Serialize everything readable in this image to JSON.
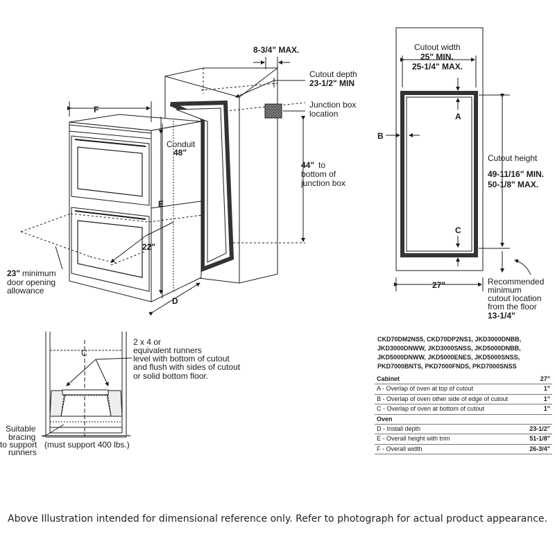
{
  "main_diagram": {
    "dim_max_label": "8-3/4\" MAX.",
    "cutout_depth_label": "Cutout depth",
    "cutout_depth_value": "23-1/2\" MIN",
    "junction_box_label_1": "Junction box",
    "junction_box_label_2": "location",
    "f_label": "F",
    "conduit_label": "Conduit",
    "conduit_value": "48\"",
    "height_44_value": "44\"",
    "height_44_to": "to",
    "height_44_line2": "bottom of",
    "height_44_line3": "junction box",
    "e_label": "E",
    "depth_22_label": "22\"",
    "door_min_value": "23\"",
    "door_min_line1": "minimum",
    "door_min_line2": "door opening",
    "door_min_line3": "allowance",
    "d_label": "D"
  },
  "cutout_diagram": {
    "width_label": "Cutout width",
    "width_min": "25\" MIN.",
    "width_max": "25-1/4\" MAX.",
    "a_label": "A",
    "b_label": "B",
    "c_label": "C",
    "height_label": "Cutout height",
    "height_min": "49-11/16\" MIN.",
    "height_max": "50-1/8\" MAX.",
    "cabinet_width": "27\"",
    "recommended_1": "Recommended",
    "recommended_2": "minimum",
    "recommended_3": "cutout location",
    "recommended_4": "from the floor",
    "recommended_value": "13-1/4\""
  },
  "runner_diagram": {
    "center_mark": "C",
    "runner_line1": "2 x 4 or",
    "runner_line2": "equivalent runners",
    "runner_line3": "level with bottom of cutout",
    "runner_line4": "and flush with sides of cutout",
    "runner_line5": "or solid bottom floor.",
    "bracing_line1": "Suitable",
    "bracing_line2": "bracing",
    "bracing_line3": "to support",
    "bracing_line4": "runners",
    "support_note": "(must support 400 lbs.)"
  },
  "models": [
    "CKD70DM2NS5, CKD70DP2NS1, JKD3000DNBB,",
    "JKD3000DNWW, JKD3000SNSS, JKD5000DNBB,",
    "JKD5000DNWW, JKD5000ENES, JKD5000SNSS,",
    "PKD7000BNTS, PKD7000FNDS, PKD7000SNSS"
  ],
  "spec_table": {
    "cabinet_header": "Cabinet",
    "cabinet_value": "27\"",
    "cabinet_rows": [
      {
        "label": "A - Overlap of oven at top of cutout",
        "value": "1\""
      },
      {
        "label": "B - Overlap of oven other side of edge of cutout",
        "value": "1\""
      },
      {
        "label": "C - Overlap of oven at bottom of cutout",
        "value": "1\""
      }
    ],
    "oven_header": "Oven",
    "oven_rows": [
      {
        "label": "D - Install depth",
        "value": "23-1/2\""
      },
      {
        "label": "E - Overall height with trim",
        "value": "51-1/8\""
      },
      {
        "label": "F - Overall width",
        "value": "26-3/4\""
      }
    ]
  },
  "footer": "Above Illustration intended for dimensional reference only. Refer to photograph for actual product appearance."
}
